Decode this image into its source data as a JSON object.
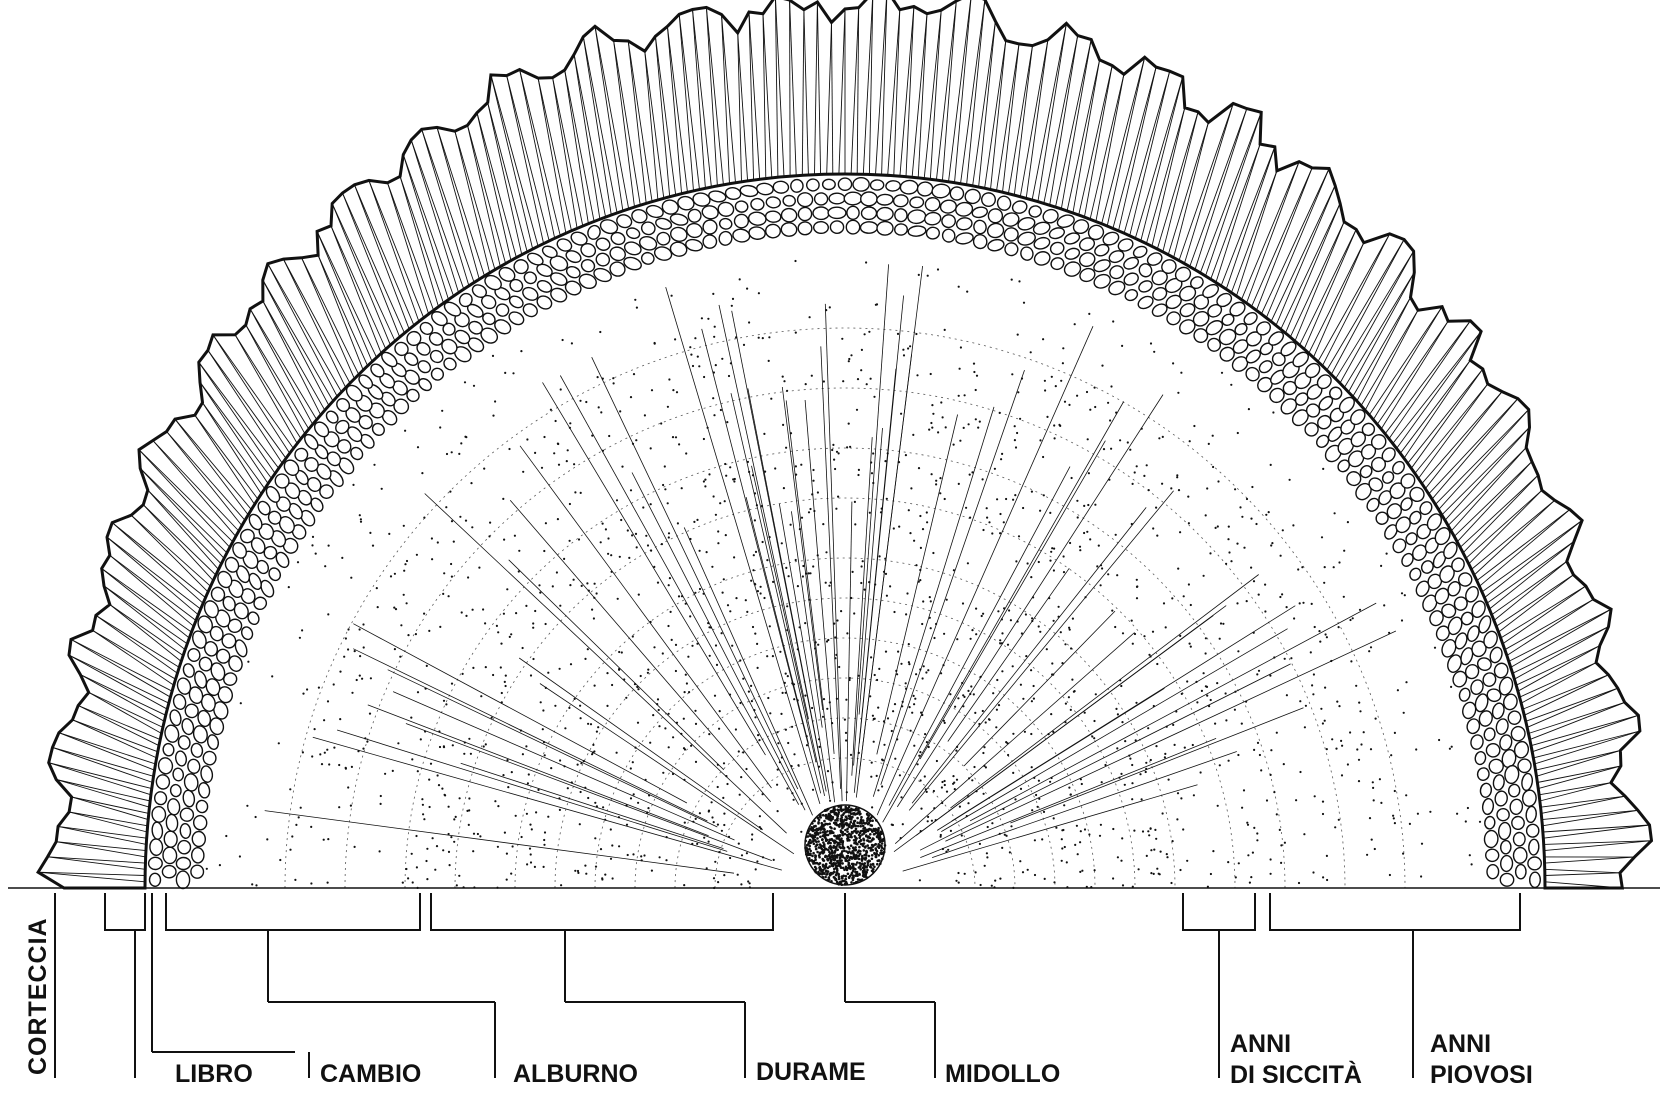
{
  "diagram": {
    "labels": {
      "corteccia": "CORTECCIA",
      "libro": "LIBRO",
      "cambio": "CAMBIO",
      "alburno": "ALBURNO",
      "durame": "DURAME",
      "midollo": "MIDOLLO",
      "anni_siccita_1": "ANNI",
      "anni_siccita_2": "DI SICCITÀ",
      "anni_piovosi_1": "ANNI",
      "anni_piovosi_2": "PIOVOSI"
    },
    "colors": {
      "ink": "#111111",
      "paper": "#ffffff"
    }
  }
}
